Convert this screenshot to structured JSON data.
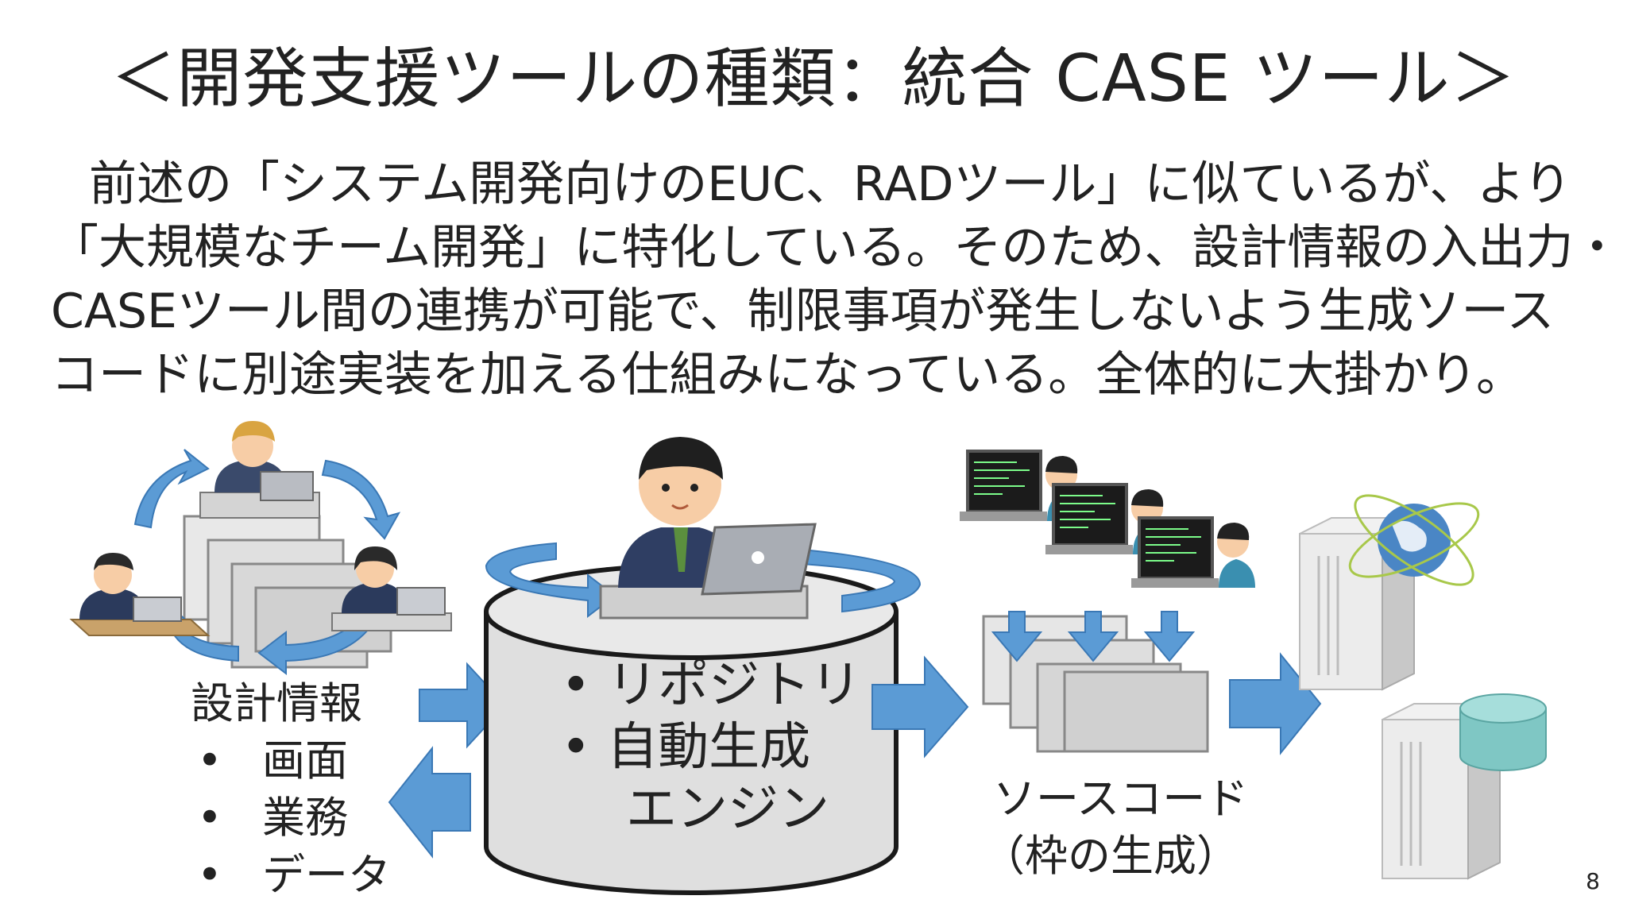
{
  "title": "＜開発支援ツールの種類：統合 CASE ツール＞",
  "body_lines": [
    "前述の「システム開発向けのEUC、RADツール」に似ているが、より",
    "「大規模なチーム開発」に特化している。そのため、設計情報の入出力・",
    "CASEツール間の連携が可能で、制限事項が発生しないよう生成ソース",
    "コードに別途実装を加える仕組みになっている。全体的に大掛かり。"
  ],
  "design_info": {
    "label": "設計情報",
    "items": [
      "画面",
      "業務",
      "データ"
    ]
  },
  "engine": {
    "items": [
      "リポジトリ",
      "自動生成"
    ],
    "continuation": "エンジン"
  },
  "source_code": {
    "line1": "ソースコード",
    "line2": "（枠の生成）"
  },
  "page_number": "8",
  "colors": {
    "arrow_blue": "#5b9bd5",
    "cylinder_fill": "#dfdfdf",
    "cylinder_stroke": "#1a1a1a",
    "doc_gray": "#d9d9d9",
    "server_gray": "#e6e6e6",
    "db_teal": "#7fc7c4",
    "screen_code": "#7cfc8a"
  }
}
